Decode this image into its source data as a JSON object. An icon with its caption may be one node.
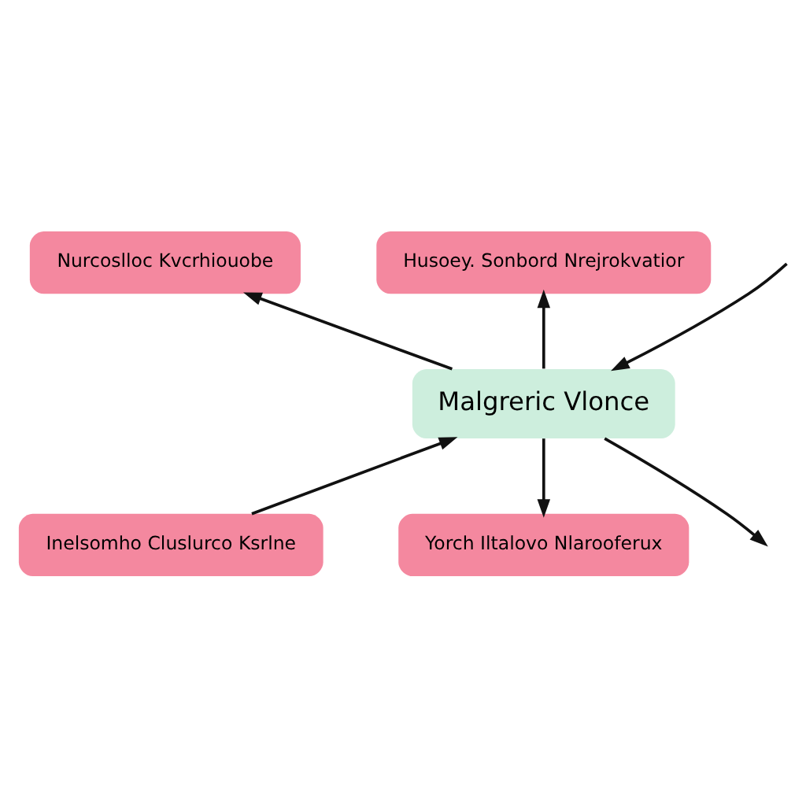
{
  "diagram": {
    "nodes": [
      {
        "text": [
          "Nurcoslloc Kvcrhiouobe"
        ]
      },
      {
        "text": [
          "Husoey. Sonbord Nrejrokvatior"
        ]
      },
      {
        "text": [
          "Malgreric Vlonce"
        ]
      },
      {
        "text": [
          "Inelsomho Cluslurco Ksrlne"
        ]
      },
      {
        "text": [
          "Yorch Iltalovo Nlarooferux"
        ]
      }
    ],
    "edges": [
      {
        "from": 2,
        "to": 0,
        "arrow": "to"
      },
      {
        "from": null,
        "to": 2,
        "arrow": "to"
      },
      {
        "from": 2,
        "to": 1,
        "arrow": "to"
      },
      {
        "from": 3,
        "to": 2,
        "arrow": "to"
      },
      {
        "from": 2,
        "to": null,
        "arrow": "to"
      },
      {
        "from": 2,
        "to": 4,
        "arrow": "to"
      }
    ]
  }
}
